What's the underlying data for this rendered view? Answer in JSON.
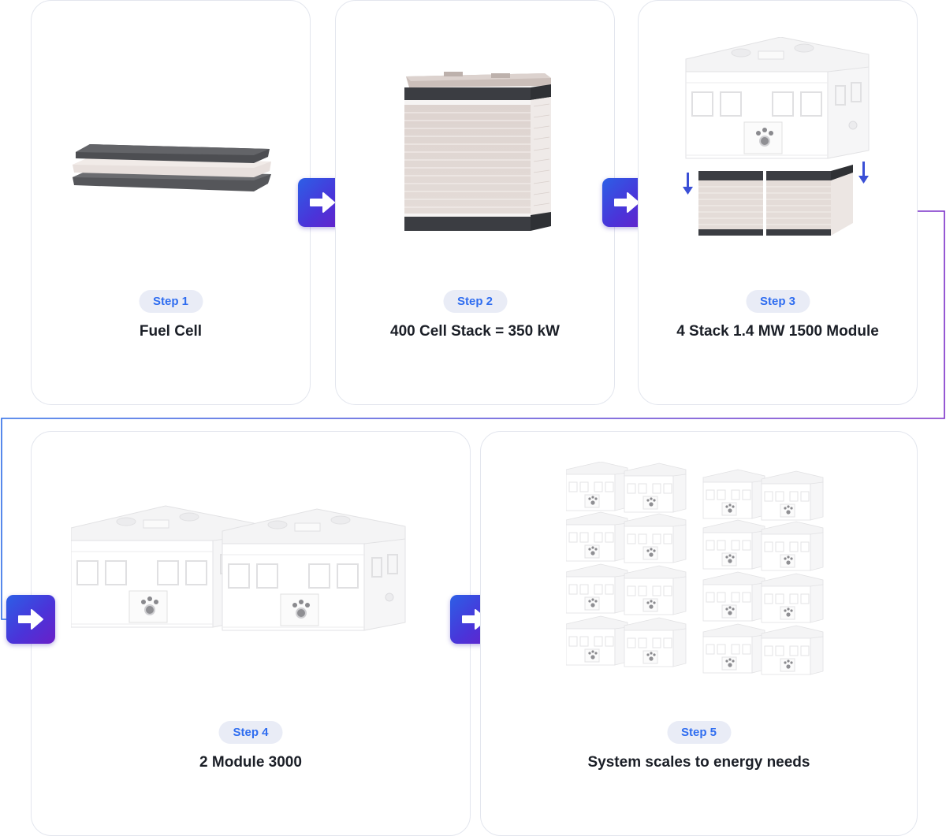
{
  "steps": [
    {
      "label": "Step 1",
      "title": "Fuel Cell",
      "image": "fuel-cell-layers"
    },
    {
      "label": "Step 2",
      "title": "400 Cell Stack = 350 kW",
      "image": "cell-stack"
    },
    {
      "label": "Step 3",
      "title": "4 Stack 1.4 MW 1500 Module",
      "image": "module-with-stacks"
    },
    {
      "label": "Step 4",
      "title": "2 Module 3000",
      "image": "two-modules"
    },
    {
      "label": "Step 5",
      "title": "System scales to energy needs",
      "image": "module-grid"
    }
  ],
  "icons": {
    "next": "arrow-right-icon",
    "down": "arrow-down-icon"
  },
  "colors": {
    "accent": "#2f6df0",
    "pill_bg": "#e9ecf6",
    "gradient_start": "#2c5fe6",
    "gradient_end": "#6a1fc8",
    "connector_start": "#7b2fc8",
    "connector_end": "#2c6be6"
  }
}
